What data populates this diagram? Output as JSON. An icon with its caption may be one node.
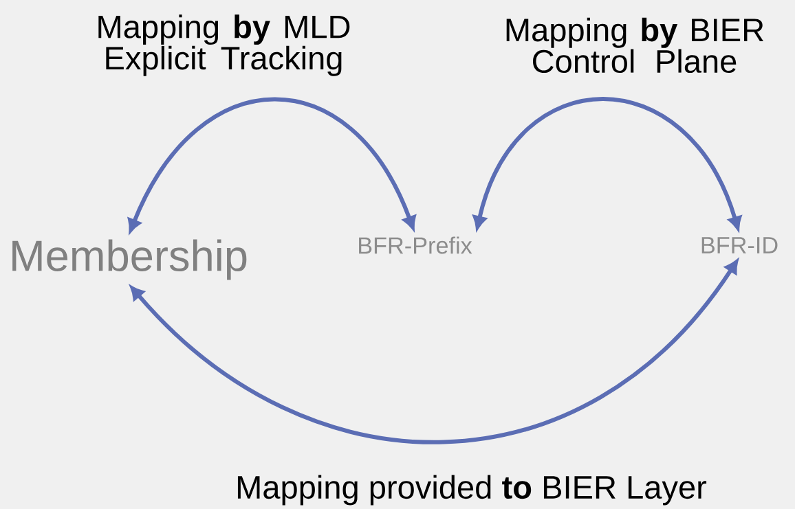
{
  "diagram": {
    "nodes": [
      {
        "text": [
          "Membership"
        ]
      },
      {
        "text": [
          "BFR-Prefix"
        ]
      },
      {
        "text": [
          "BFR-ID"
        ]
      }
    ],
    "edges": [
      {
        "from": 0,
        "to": 1,
        "arrow": "both",
        "label": "Mapping **by** MLD Explicit Tracking"
      },
      {
        "from": 1,
        "to": 2,
        "arrow": "both",
        "label": "Mapping **by** BIER Control Plane"
      },
      {
        "from": 0,
        "to": 2,
        "arrow": "both",
        "label": "Mapping provided **to** BIER Layer"
      }
    ]
  }
}
